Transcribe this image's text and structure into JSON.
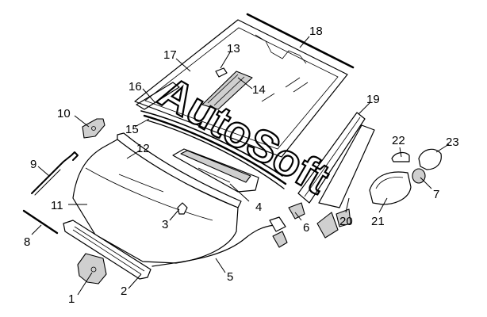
{
  "diagram": {
    "watermark": "AutoSoft",
    "labels": {
      "p1": "1",
      "p2": "2",
      "p3": "3",
      "p4": "4",
      "p5": "5",
      "p6": "6",
      "p7": "7",
      "p8": "8",
      "p9": "9",
      "p10": "10",
      "p11": "11",
      "p12": "12",
      "p13": "13",
      "p14": "14",
      "p15": "15",
      "p16": "16",
      "p17": "17",
      "p18": "18",
      "p19": "19",
      "p20": "20",
      "p21": "21",
      "p22": "22",
      "p23": "23"
    }
  }
}
